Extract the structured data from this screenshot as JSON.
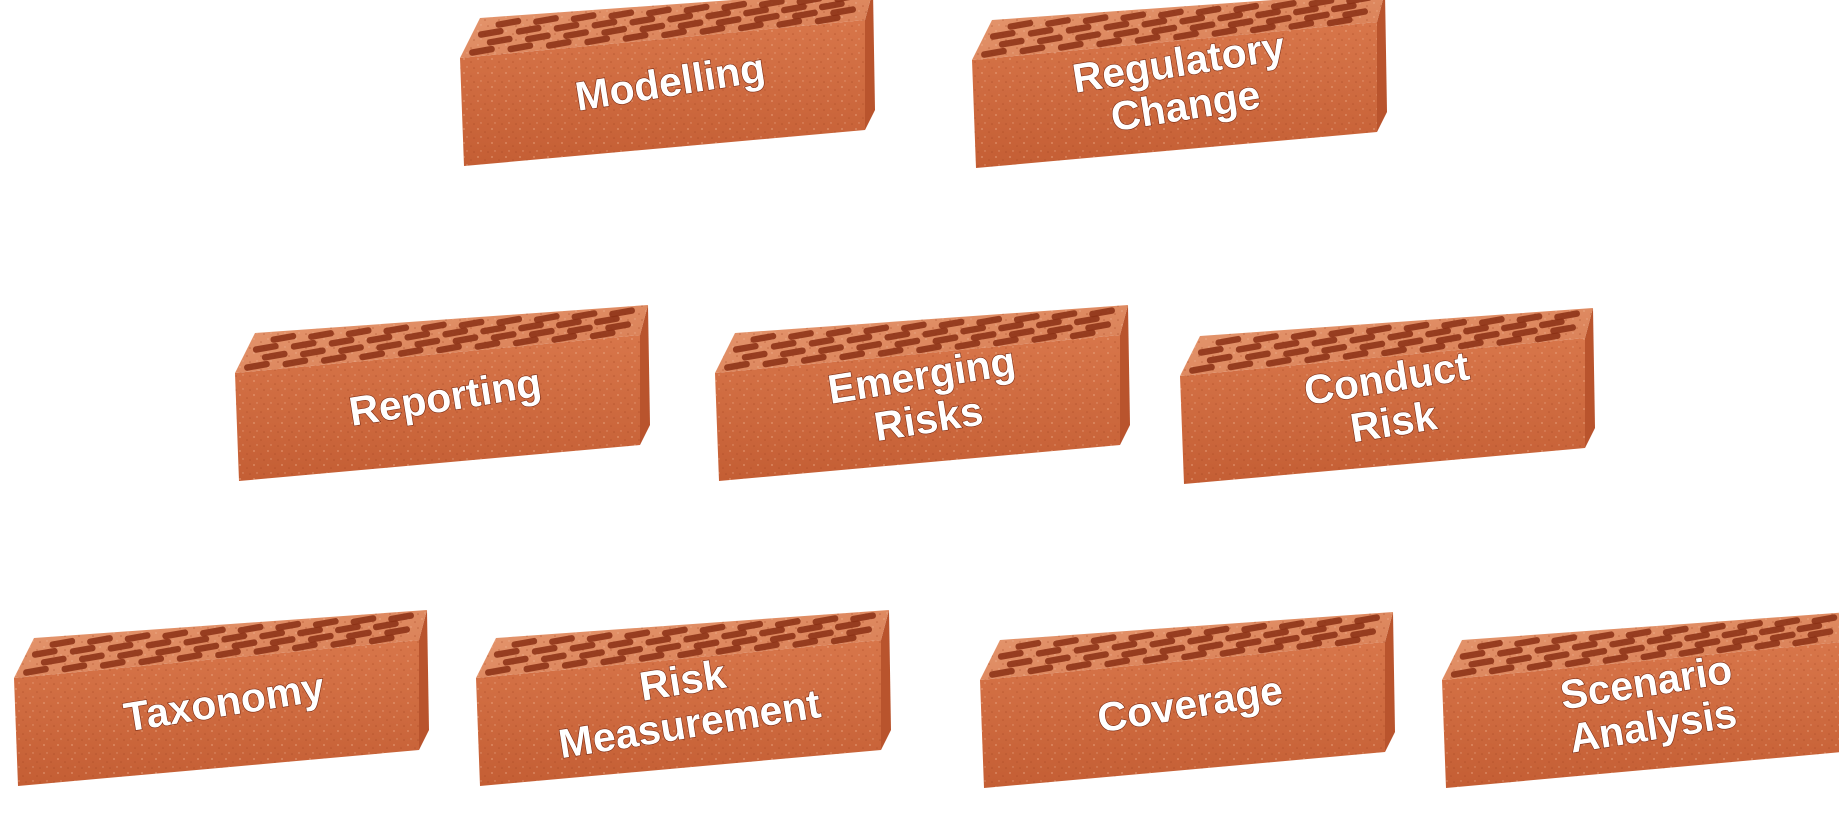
{
  "bricks": [
    {
      "label_lines": [
        "Modelling"
      ]
    },
    {
      "label_lines": [
        "Regulatory",
        "Change"
      ]
    },
    {
      "label_lines": [
        "Reporting"
      ]
    },
    {
      "label_lines": [
        "Emerging",
        "Risks"
      ]
    },
    {
      "label_lines": [
        "Conduct",
        "Risk"
      ]
    },
    {
      "label_lines": [
        "Taxonomy"
      ]
    },
    {
      "label_lines": [
        "Risk",
        "Measurement"
      ]
    },
    {
      "label_lines": [
        "Coverage"
      ]
    },
    {
      "label_lines": [
        "Scenario",
        "Analysis"
      ]
    }
  ],
  "colors": {
    "brick_front": "#d06a3e",
    "brick_side": "#b9542d",
    "brick_top": "#e08a62",
    "hole": "#8a2f14",
    "label_text": "#ffffff"
  }
}
